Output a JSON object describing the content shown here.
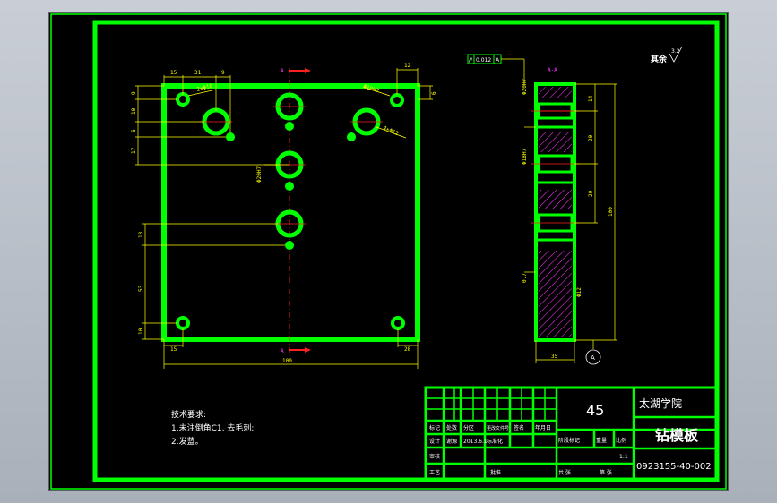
{
  "colors": {
    "frame": "#00ff00",
    "dim": "#ffff00",
    "center": "#ff2020",
    "mark": "#ff33ff",
    "text": "#ffffff",
    "bg": "#000000"
  },
  "section_label": "A-A",
  "datum_label": "A",
  "surface_finish": "其余",
  "roughness_value": "3.2",
  "geo_tolerance": "0.012",
  "front_dims": {
    "top": [
      "15",
      "31",
      "9",
      "12"
    ],
    "bottom": [
      "15",
      "28",
      "100"
    ],
    "left": [
      "9",
      "10",
      "6",
      "17",
      "13",
      "53",
      "10"
    ],
    "right": [
      "6"
    ],
    "hole_labels": [
      "2×Φ10",
      "Φ10H7",
      "4×Φ12",
      "Φ20H7"
    ]
  },
  "side_dims": {
    "right": [
      "14",
      "20",
      "20",
      "100"
    ],
    "left": [
      "Φ20H7",
      "Φ18H7",
      "Φ12",
      "0.7"
    ],
    "bottom": "35"
  },
  "tech": {
    "title": "技术要求:",
    "items": [
      "1.未注倒角C1, 去毛刺;",
      "2.发蓝。"
    ]
  },
  "title_block": {
    "material": "45",
    "school": "太湖学院",
    "part_name": "钻模板",
    "drawing_no": "0923155-40-002",
    "header_row": [
      "标记",
      "处数",
      "分区",
      "更改文件号",
      "签名",
      "年月日"
    ],
    "row2": [
      "设计",
      "谢源",
      "2013.6.1",
      "标准化"
    ],
    "row3": [
      "审核"
    ],
    "row4": [
      "工艺",
      "批准"
    ],
    "stage_row": [
      "阶段标记",
      "重量",
      "比例"
    ],
    "scale": "1:1",
    "sheets": "共 张",
    "sheet_no": "第 张"
  }
}
